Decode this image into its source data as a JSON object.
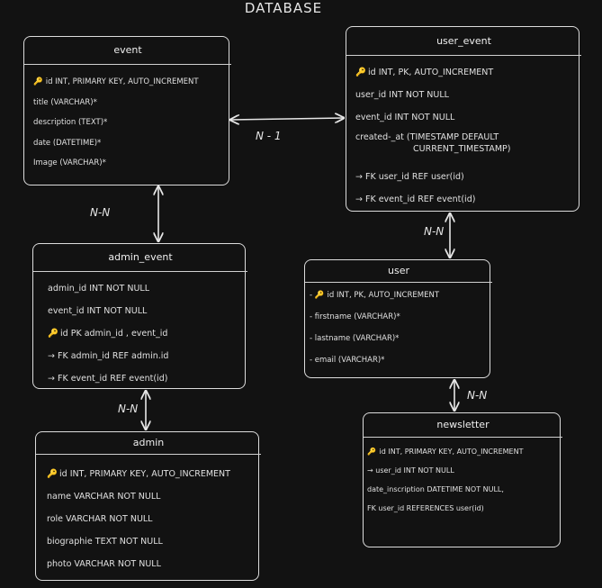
{
  "title": "DATABASE",
  "entities": {
    "event": {
      "name": "event",
      "fields": [
        "id INT, PRIMARY KEY, AUTO_INCREMENT",
        "title (VARCHAR)*",
        "description (TEXT)*",
        "date (DATETIME)*",
        "Image (VARCHAR)*"
      ]
    },
    "user_event": {
      "name": "user_event",
      "fields": [
        "id INT, PK, AUTO_INCREMENT",
        "user_id INT NOT NULL",
        "event_id INT NOT NULL",
        "created-_at (TIMESTAMP DEFAULT",
        "CURRENT_TIMESTAMP)",
        "FK user_id REF user(id)",
        "FK event_id REF event(id)"
      ]
    },
    "admin_event": {
      "name": "admin_event",
      "fields": [
        "admin_id INT NOT NULL",
        "event_id INT NOT NULL",
        "id PK admin_id , event_id",
        "FK admin_id REF admin.id",
        "FK event_id REF event(id)"
      ]
    },
    "user": {
      "name": "user",
      "fields": [
        "id INT, PK, AUTO_INCREMENT",
        "firstname (VARCHAR)*",
        "lastname (VARCHAR)*",
        "email (VARCHAR)*"
      ]
    },
    "admin": {
      "name": "admin",
      "fields": [
        "id INT, PRIMARY KEY, AUTO_INCREMENT",
        "name VARCHAR NOT NULL",
        "role VARCHAR NOT NULL",
        "biographie TEXT NOT NULL",
        "photo VARCHAR NOT NULL"
      ]
    },
    "newsletter": {
      "name": "newsletter",
      "fields": [
        "id INT, PRIMARY KEY, AUTO_INCREMENT",
        "user_id INT NOT NULL",
        "date_inscription DATETIME NOT NULL,",
        "FK user_id REFERENCES user(id)"
      ]
    }
  },
  "relations": {
    "event_user_event": "N - 1",
    "event_admin_event": "N-N",
    "user_event_user": "N-N",
    "admin_event_admin": "N-N",
    "user_newsletter": "N-N"
  },
  "glyphs": {
    "key": "🔑",
    "arrow": "→",
    "dash": "-"
  },
  "colors": {
    "background": "#121212",
    "stroke": "#dcdcdc",
    "key": "#e0a030"
  }
}
